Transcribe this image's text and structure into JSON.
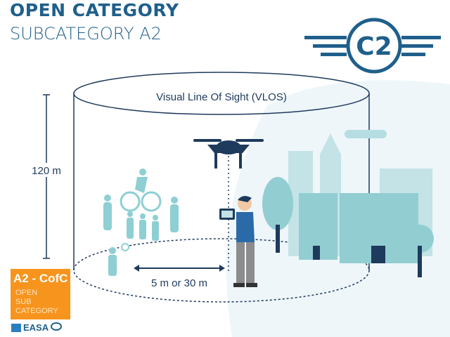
{
  "header": {
    "title": "OPEN CATEGORY",
    "subtitle": "SUBCATEGORY A2"
  },
  "class_badge": {
    "label": "C2"
  },
  "scene": {
    "vlos_label": "Visual Line Of Sight (VLOS)",
    "height_label": "120 m",
    "distance_label": "5 m or 30 m"
  },
  "certificate_badge": {
    "title": "A2 - CofC",
    "lines": [
      "OPEN",
      "SUB",
      "CATEGORY"
    ]
  },
  "footer": {
    "logo_text": "EASA"
  },
  "colors": {
    "brand_blue": "#1f5f8b",
    "orange": "#f7941d",
    "teal": "#8ecfd3",
    "navy": "#1e3a5c"
  }
}
